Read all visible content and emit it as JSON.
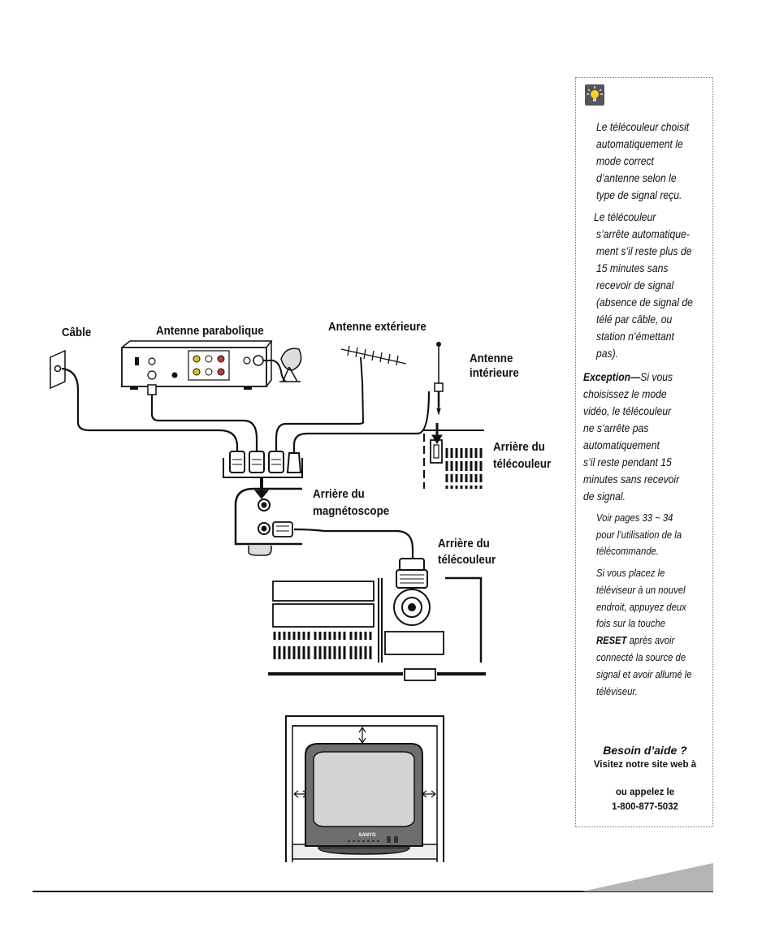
{
  "labels": {
    "cable": "Câble",
    "satellite": "Antenne parabolique",
    "outdoor_antenna": "Antenne extérieure",
    "indoor_antenna": "Antenne intérieure",
    "indoor_antenna_line1": "Antenne",
    "indoor_antenna_line2": "intérieure",
    "tv_back_1_line1": "Arrière du",
    "tv_back_1_line2": "télécouleur",
    "vcr_back_line1": "Arrière du",
    "vcr_back_line2": "magnétoscope",
    "tv_back_2_line1": "Arrière du",
    "tv_back_2_line2": "télécouleur",
    "tv_brand": "SANYO"
  },
  "sidebar": {
    "tip_icon": "lightbulb-icon",
    "note1": [
      "Le télécouleur choisit",
      "automatiquement le",
      "mode correct",
      "d’antenne selon le",
      "type de signal reçu."
    ],
    "note2": [
      "Le télécouleur",
      "s’arrête automatique-",
      "ment s’il reste plus de",
      "15 minutes sans",
      "recevoir de signal",
      "(absence de signal de",
      "télé par câble, ou",
      "station n’émettant",
      "pas)."
    ],
    "exception_label": "Exception—",
    "exception_line1": "Si vous",
    "exception_rest": [
      "choisissez le mode",
      "vidéo, le télécouleur",
      "ne s’arrête pas",
      "automatiquement",
      "s’il reste pendant 15",
      "minutes sans recevoir",
      "de signal."
    ],
    "note3": [
      "Voir pages 33 ~ 34",
      "pour l’utilisation de la",
      "télécommande."
    ],
    "note4_lines": [
      "Si vous placez le",
      "téléviseur à un nouvel",
      "endroit, appuyez deux",
      "fois sur la touche"
    ],
    "reset_key": "RESET",
    "note4_after_reset": " après avoir",
    "note4_rest": [
      "connecté la source de",
      "signal et avoir allumé le",
      "téléviseur."
    ],
    "help_title": "Besoin d’aide ?",
    "help_web": "Visitez notre site web à",
    "help_call": "ou appelez le",
    "help_phone": "1-800-877-5032"
  },
  "colors": {
    "ink": "#111111",
    "screen": "#d4d4d4",
    "tv_body": "#6e6e6e",
    "corner_tab": "#b5b5b5",
    "icon_bg": "#555555",
    "bulb": "#f2d61c"
  }
}
